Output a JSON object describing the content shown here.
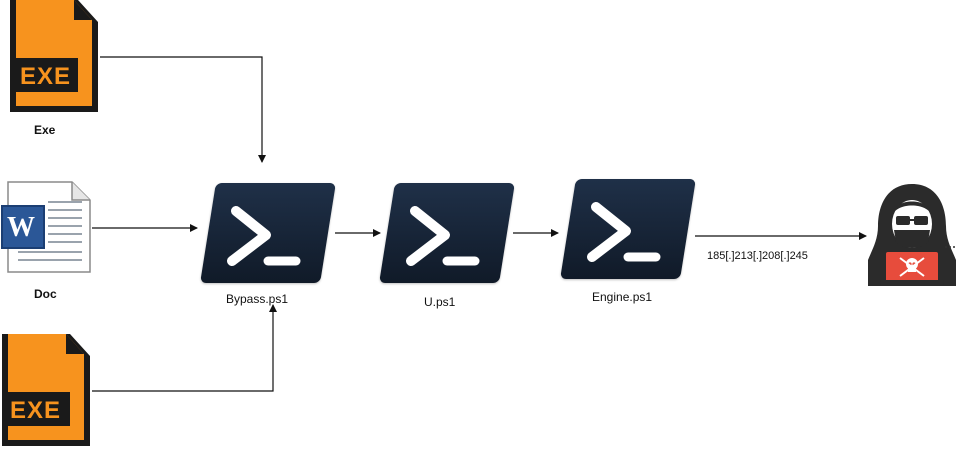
{
  "diagram": {
    "nodes": {
      "exe_top": {
        "badge": "EXE",
        "label": "Exe",
        "icon": "exe-file-icon"
      },
      "doc": {
        "badge_letter": "W",
        "label": "Doc",
        "icon": "word-document-icon"
      },
      "exe_bottom": {
        "badge": "EXE",
        "icon": "exe-file-icon"
      },
      "bypass": {
        "label": "Bypass.ps1",
        "icon": "powershell-icon"
      },
      "u": {
        "label": "U.ps1",
        "icon": "powershell-icon"
      },
      "engine": {
        "label": "Engine.ps1",
        "icon": "powershell-icon"
      },
      "attacker": {
        "icon": "hacker-icon"
      }
    },
    "edges": {
      "c2_label": "185[.]213[.]208[.]245"
    },
    "colors": {
      "exe_orange": "#f7931e",
      "exe_dark": "#1a1a1a",
      "powershell_bg": "#142236",
      "word_blue": "#2b5797",
      "hacker_red": "#e74c3c"
    }
  }
}
